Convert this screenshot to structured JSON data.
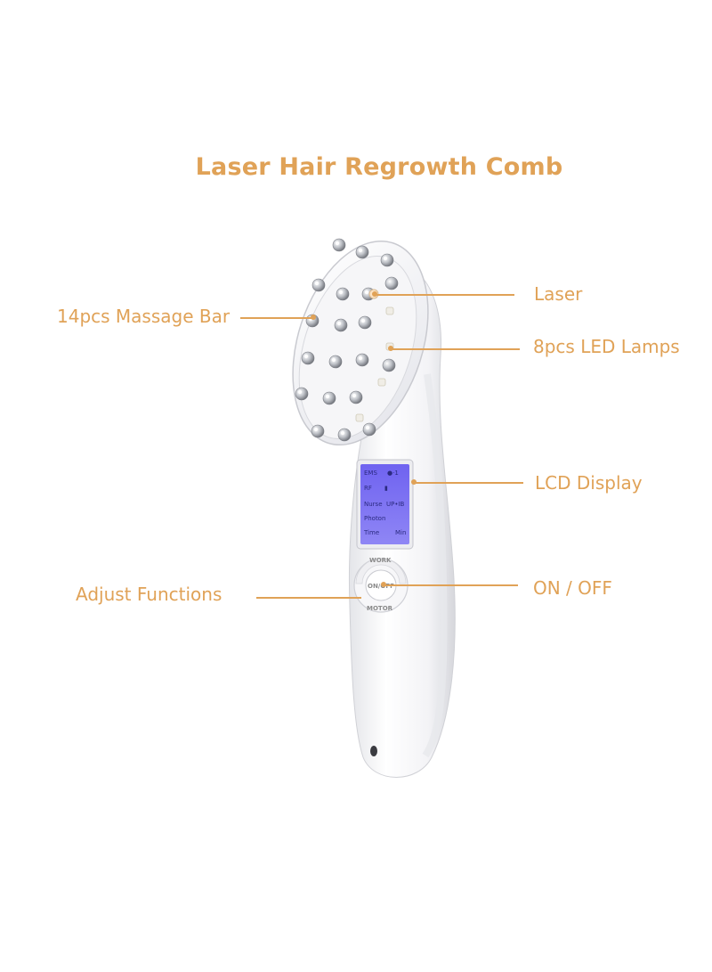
{
  "title": "Laser Hair Regrowth Comb",
  "labels": {
    "massage_bar": "14pcs Massage Bar",
    "laser": "Laser",
    "led_lamps": "8pcs LED Lamps",
    "lcd_display": "LCD Display",
    "adjust_functions": "Adjust Functions",
    "on_off": "ON / OFF"
  },
  "lcd": {
    "line1_left": "EMS",
    "line1_right": "●·1",
    "line2_left": "RF",
    "line2_right": "▮",
    "line3_left": "Nurse",
    "line3_right": "UP•IB",
    "line4_left": "Photon",
    "line5_left": "Time",
    "line5_right": "Min"
  },
  "buttons": {
    "top": "WORK",
    "middle": "ON/OFF",
    "bottom": "MOTOR"
  },
  "colors": {
    "accent": "#E0A257",
    "lcd_screen": "#7B6CF0",
    "device_body": "#F4F4F6"
  }
}
